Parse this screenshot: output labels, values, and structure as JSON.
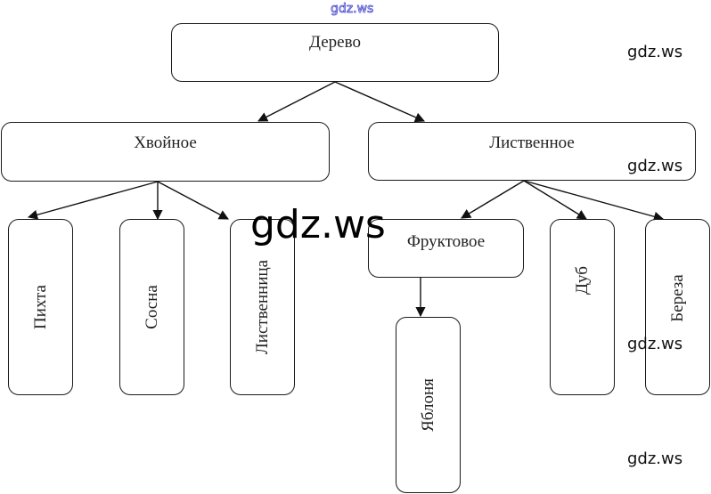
{
  "diagram": {
    "root": {
      "label": "Дерево"
    },
    "categories": [
      {
        "id": "coniferous",
        "label": "Хвойное",
        "children": [
          {
            "id": "fir",
            "label": "Пихта"
          },
          {
            "id": "pine",
            "label": "Сосна"
          },
          {
            "id": "larch",
            "label": "Лиственница"
          }
        ]
      },
      {
        "id": "deciduous",
        "label": "Лиственное",
        "children": [
          {
            "id": "fruit",
            "label": "Фруктовое",
            "children": [
              {
                "id": "apple",
                "label": "Яблоня"
              }
            ]
          },
          {
            "id": "oak",
            "label": "Дуб"
          },
          {
            "id": "birch",
            "label": "Береза"
          }
        ]
      }
    ]
  },
  "watermarks": {
    "top": "gdz.ws",
    "big": "gdz.ws",
    "side": [
      "gdz.ws",
      "gdz.ws",
      "gdz.ws",
      "gdz.ws"
    ]
  }
}
